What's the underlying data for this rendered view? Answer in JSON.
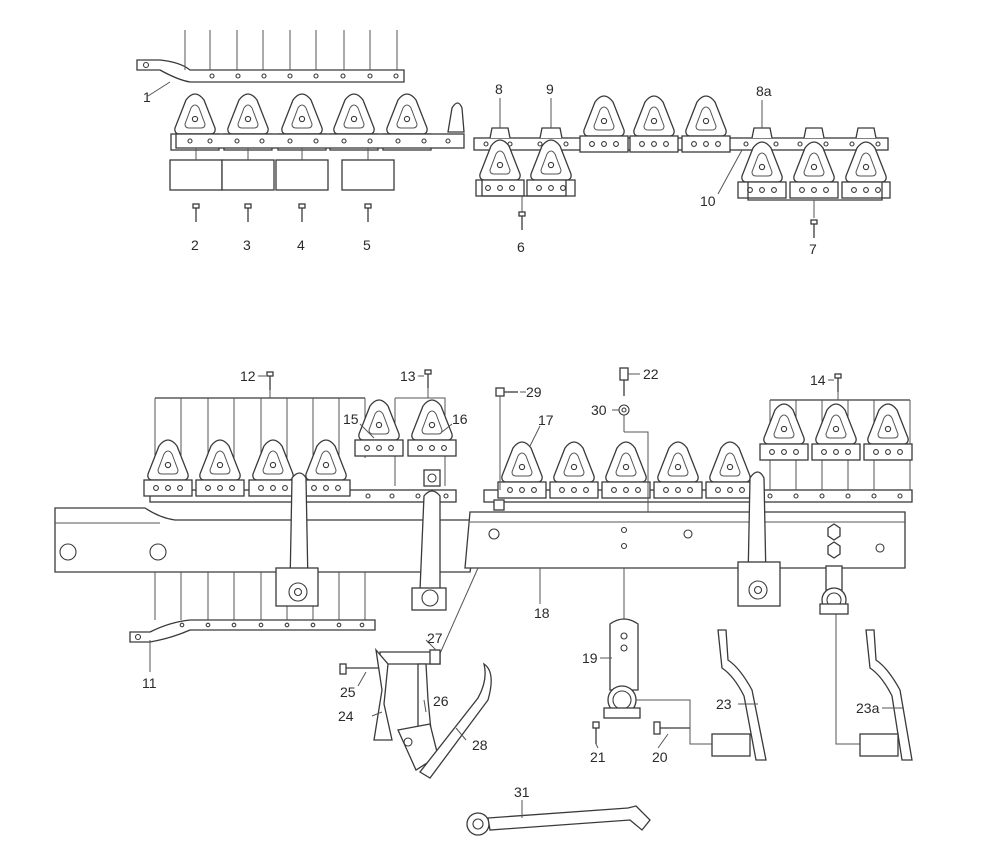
{
  "diagram": {
    "parts": [
      {
        "id": "p1",
        "label": "1"
      },
      {
        "id": "p2",
        "label": "2"
      },
      {
        "id": "p3",
        "label": "3"
      },
      {
        "id": "p4",
        "label": "4"
      },
      {
        "id": "p5",
        "label": "5"
      },
      {
        "id": "p6",
        "label": "6"
      },
      {
        "id": "p7",
        "label": "7"
      },
      {
        "id": "p8",
        "label": "8"
      },
      {
        "id": "p8a",
        "label": "8a"
      },
      {
        "id": "p9",
        "label": "9"
      },
      {
        "id": "p10",
        "label": "10"
      },
      {
        "id": "p11",
        "label": "11"
      },
      {
        "id": "p12",
        "label": "12"
      },
      {
        "id": "p13",
        "label": "13"
      },
      {
        "id": "p14",
        "label": "14"
      },
      {
        "id": "p15",
        "label": "15"
      },
      {
        "id": "p16",
        "label": "16"
      },
      {
        "id": "p17",
        "label": "17"
      },
      {
        "id": "p18",
        "label": "18"
      },
      {
        "id": "p19",
        "label": "19"
      },
      {
        "id": "p20",
        "label": "20"
      },
      {
        "id": "p21",
        "label": "21"
      },
      {
        "id": "p22",
        "label": "22"
      },
      {
        "id": "p23",
        "label": "23"
      },
      {
        "id": "p23a",
        "label": "23a"
      },
      {
        "id": "p24",
        "label": "24"
      },
      {
        "id": "p25",
        "label": "25"
      },
      {
        "id": "p26",
        "label": "26"
      },
      {
        "id": "p27",
        "label": "27"
      },
      {
        "id": "p28",
        "label": "28"
      },
      {
        "id": "p29",
        "label": "29"
      },
      {
        "id": "p30",
        "label": "30"
      },
      {
        "id": "p31",
        "label": "31"
      }
    ]
  }
}
